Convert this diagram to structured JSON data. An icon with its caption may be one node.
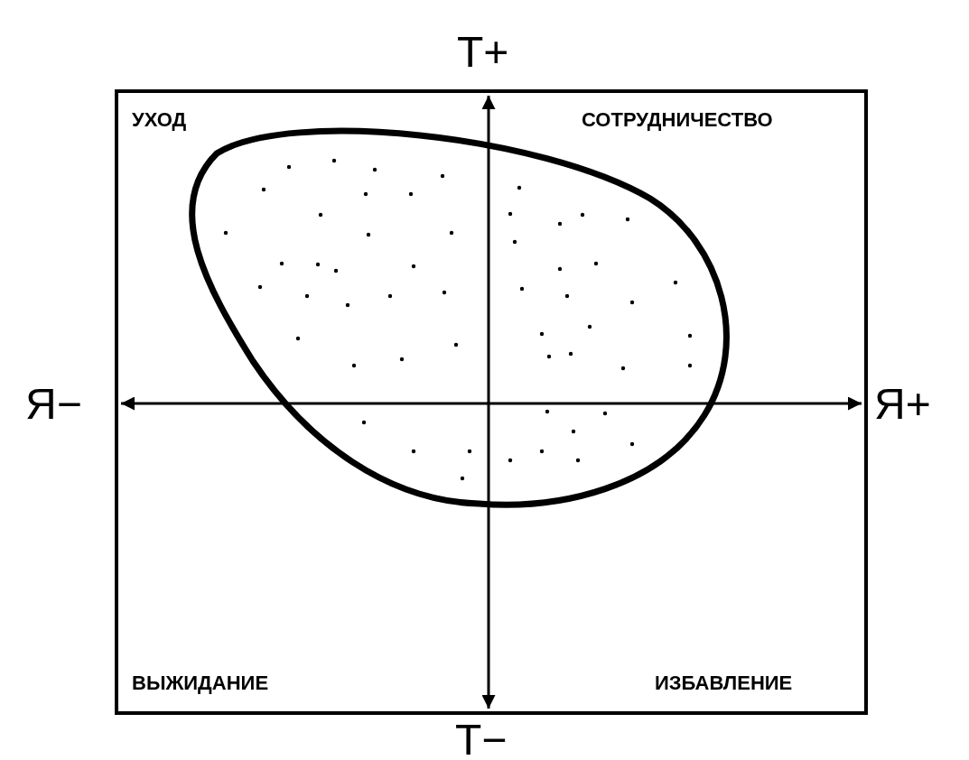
{
  "diagram": {
    "labels": [
      "Т+",
      "УХОД",
      "СОТРУДНИЧЕСТВО",
      "Я−",
      "Я+",
      "ВЫЖИДАНИЕ",
      "ИЗБАВЛЕНИЕ",
      "Т−"
    ]
  }
}
